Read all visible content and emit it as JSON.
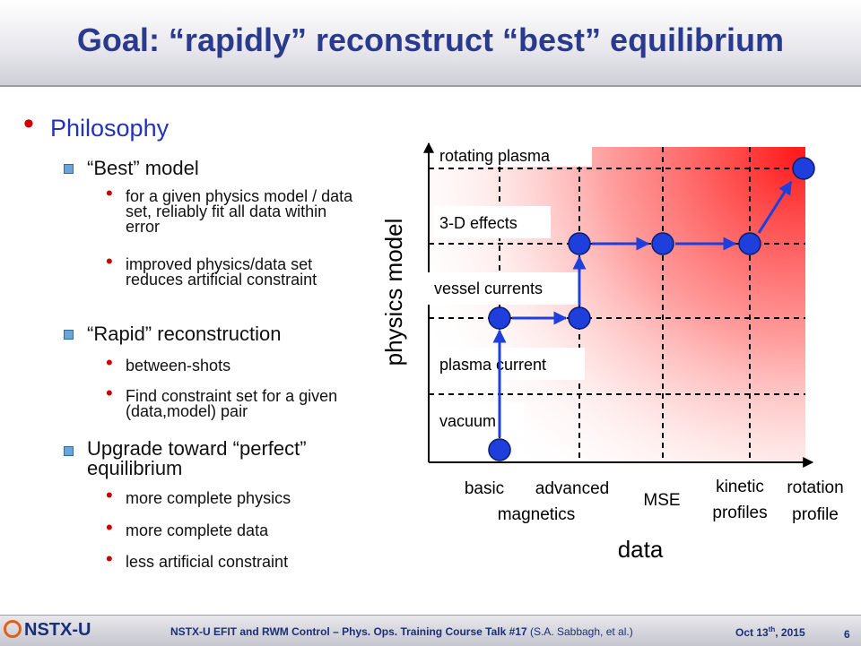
{
  "title": "Goal: “rapidly” reconstruct “best” equilibrium",
  "outline": {
    "heading": "Philosophy",
    "sections": [
      {
        "label": "“Best” model",
        "items": [
          "for a given physics model / data set, reliably fit all data within error",
          "improved physics/data set reduces artificial constraint"
        ]
      },
      {
        "label": "“Rapid” reconstruction",
        "items": [
          "between-shots",
          "Find constraint set for a given (data,model) pair"
        ]
      },
      {
        "label": "Upgrade toward “perfect” equilibrium",
        "items": [
          "more complete physics",
          "more complete data",
          "less artificial constraint"
        ]
      }
    ]
  },
  "diagram": {
    "y_axis_label": "physics model",
    "x_axis_label": "data",
    "row_labels": [
      "vacuum",
      "plasma current",
      "vessel currents",
      "3-D effects",
      "rotating plasma"
    ],
    "column_labels": {
      "basic": "basic",
      "advanced": "advanced",
      "magnetics": "magnetics",
      "mse": "MSE",
      "kinetic_1": "kinetic",
      "kinetic_2": "profiles",
      "rotation_1": "rotation",
      "rotation_2": "profile"
    },
    "colors": {
      "node": "#1e3fdc",
      "arrow": "#1e3fdc",
      "gradient_strong": "#ff1a1a",
      "bullet": "#cc0000",
      "heading": "#2233bb",
      "title": "#2a3a8c"
    }
  },
  "footer": {
    "logo": "NSTX-U",
    "talk_bold": "NSTX-U EFIT and RWM Control – Phys. Ops. Training Course Talk #17",
    "talk_authors": "(S.A. Sabbagh, et al.)",
    "date_prefix": "Oct 13",
    "date_sup": "th",
    "date_suffix": ", 2015",
    "page_number": "6"
  }
}
